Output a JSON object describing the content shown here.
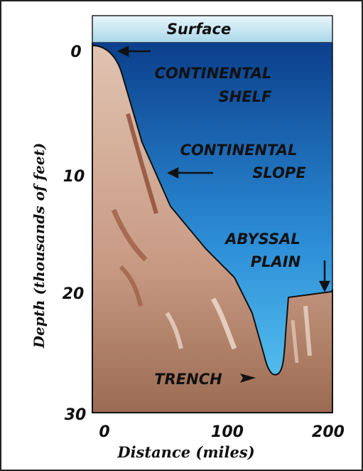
{
  "diagram": {
    "surface_label": "Surface",
    "y_axis_title": "Depth (thousands of feet)",
    "x_axis_title": "Distance (miles)",
    "y_ticks": [
      "0",
      "10",
      "20",
      "30"
    ],
    "x_ticks": [
      "0",
      "100",
      "200"
    ],
    "zones": {
      "shelf_line1": "CONTINENTAL",
      "shelf_line2": "SHELF",
      "slope_line1": "CONTINENTAL",
      "slope_line2": "SLOPE",
      "plain_line1": "ABYSSAL",
      "plain_line2": "PLAIN",
      "trench": "TRENCH"
    },
    "colors": {
      "ocean_top": "#0b3f8c",
      "ocean_bottom": "#53c1ef",
      "seafloor_top": "#dcbca8",
      "seafloor_bottom": "#b07a5f",
      "surface_band": "#bfe2ef"
    }
  }
}
